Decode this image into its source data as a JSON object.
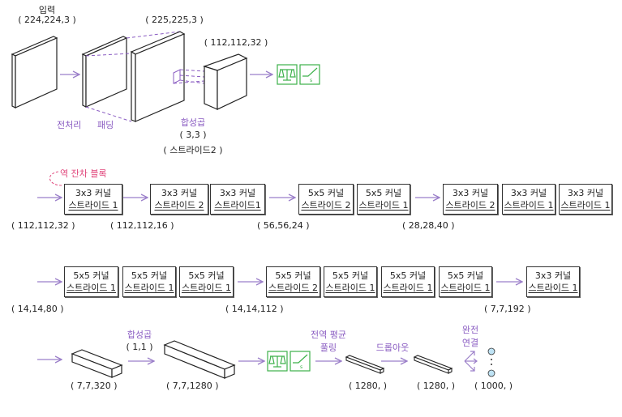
{
  "colors": {
    "arrow": "#9b7fc9",
    "label_purple": "#8a5cc2",
    "residual_pink": "#e0457b",
    "activation_green": "#3cb14a",
    "node_fill": "#bfe3f5"
  },
  "stem": {
    "input_title": "입력",
    "input_shape": "( 224,224,3 )",
    "padded_shape": "( 225,225,3 )",
    "conv_out_shape": "( 112,112,32 )",
    "preprocess_label": "전처리",
    "padding_label": "패딩",
    "conv_label": "합성곱",
    "conv_kernel": "( 3,3 )",
    "conv_stride": "( 스트라이드2 )",
    "icons": [
      "batch-norm-scale-icon",
      "activation-switch-icon"
    ],
    "activation_icon_text": "s"
  },
  "row1": {
    "residual_label": "역 잔차 블록",
    "blocks": [
      {
        "kernel": "3x3 커널",
        "stride": "스트라이드 1"
      },
      {
        "kernel": "3x3 커널",
        "stride": "스트라이드 2"
      },
      {
        "kernel": "3x3 커널",
        "stride": "스트라이드1"
      },
      {
        "kernel": "5x5 커널",
        "stride": "스트라이드 2"
      },
      {
        "kernel": "5x5 커널",
        "stride": "스트라이드 1"
      },
      {
        "kernel": "3x3 커널",
        "stride": "스트라이드 2"
      },
      {
        "kernel": "3x3 커널",
        "stride": "스트라이드 1"
      },
      {
        "kernel": "3x3 커널",
        "stride": "스트라이드 1"
      }
    ],
    "shapes": [
      "( 112,112,32 )",
      "( 112,112,16 )",
      "( 56,56,24 )",
      "( 28,28,40 )"
    ]
  },
  "row2": {
    "blocks": [
      {
        "kernel": "5x5 커널",
        "stride": "스트라이드 1"
      },
      {
        "kernel": "5x5 커널",
        "stride": "스트라이드 1"
      },
      {
        "kernel": "5x5 커널",
        "stride": "스트라이드 1"
      },
      {
        "kernel": "5x5 커널",
        "stride": "스트라이드 2"
      },
      {
        "kernel": "5x5 커널",
        "stride": "스트라이드 1"
      },
      {
        "kernel": "5x5 커널",
        "stride": "스트라이드 1"
      },
      {
        "kernel": "5x5 커널",
        "stride": "스트라이드 1"
      },
      {
        "kernel": "3x3 커널",
        "stride": "스트라이드 1"
      }
    ],
    "shapes": [
      "( 14,14,80 )",
      "( 14,14,112 )",
      "( 7,7,192 )"
    ]
  },
  "head": {
    "shape_a": "( 7,7,320 )",
    "conv_label": "합성곱",
    "conv_kernel": "( 1,1 )",
    "shape_b": "( 7,7,1280 )",
    "gap_label_1": "전역 평균",
    "gap_label_2": "풀링",
    "shape_c": "( 1280, )",
    "dropout_label": "드롭아웃",
    "shape_d": "( 1280, )",
    "fc_label_1": "완전",
    "fc_label_2": "연결",
    "shape_e": "( 1000, )",
    "activation_icon_text": "s"
  }
}
